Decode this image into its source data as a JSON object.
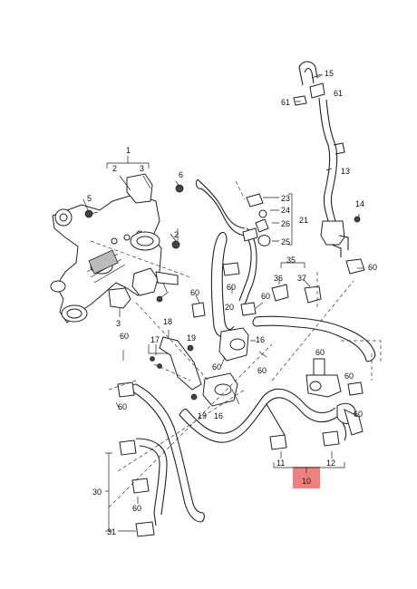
{
  "labels": {
    "p1": "1",
    "p2": "2",
    "p3a": "3",
    "p5": "5",
    "p6": "6",
    "p2b": "2",
    "p3b": "3",
    "p60a": "60",
    "p20": "20",
    "p60b": "60",
    "p18": "18",
    "p17": "17",
    "p19a": "19",
    "p60c": "60",
    "p16a": "16",
    "p16b": "16",
    "p60d": "60",
    "p19b": "19",
    "p60e": "60",
    "p23": "23",
    "p24": "24",
    "p26": "26",
    "p25": "25",
    "p21": "21",
    "p60f": "60",
    "p35": "35",
    "p36": "36",
    "p37": "37",
    "p60g": "60",
    "p15": "15",
    "p61a": "61",
    "p61b": "61",
    "p13": "13",
    "p14": "14",
    "p60h": "60",
    "p60i": "60",
    "p60j": "60",
    "p11": "11",
    "p12": "12",
    "p10": "10",
    "p30": "30",
    "p60k": "60",
    "p31": "31",
    "p60l": "60"
  },
  "highlight_color": "#f08080"
}
